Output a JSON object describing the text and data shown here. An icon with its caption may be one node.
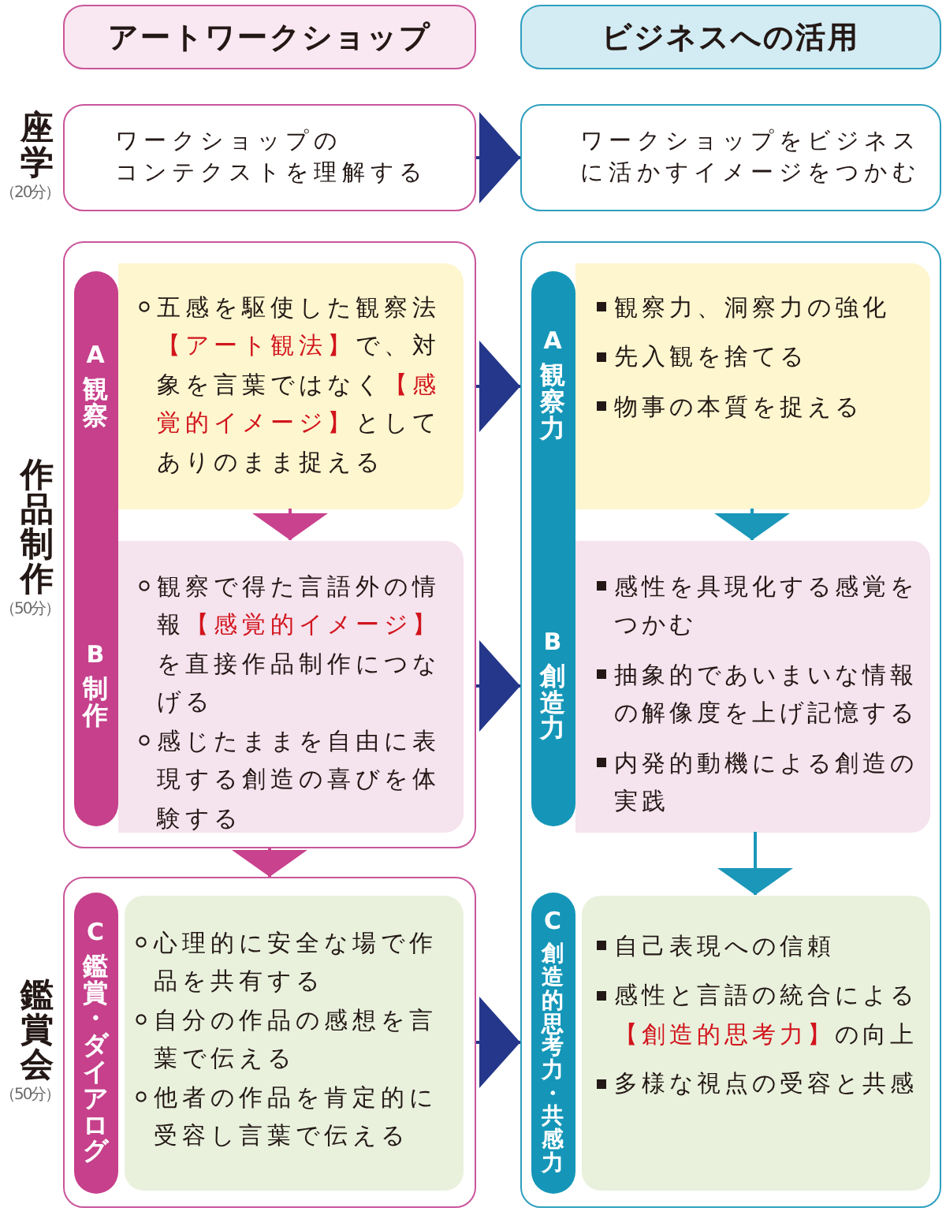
{
  "diagram": {
    "nodes": [
      {
        "text": [
          "アートワークショップ"
        ]
      },
      {
        "text": [
          "ビジネスへの活用"
        ]
      },
      {
        "text": [
          "ワークショップのコンテクストを理解する"
        ]
      },
      {
        "text": [
          "ワークショップをビジネスに活かすイメージをつかむ"
        ]
      },
      {
        "text": [],
        "shape": "box"
      },
      {
        "text": [
          "A",
          "観察",
          "B",
          "制作"
        ],
        "in": 4
      },
      {
        "text": [
          "五感を駆使した観察法**【アート観法】**で、対象を言葉ではなく**【感覚的イメージ】**としてありのまま捉える"
        ],
        "in": 4
      },
      {
        "text": [
          "観察で得た言語外の情報**【感覚的イメージ】**を直接作品制作につなげる",
          "感じたままを自由に表現する創造の喜びを体験する"
        ],
        "in": 4
      },
      {
        "text": [],
        "shape": "box"
      },
      {
        "text": [
          "A",
          "観察力",
          "B",
          "創造力"
        ],
        "in": 8
      },
      {
        "text": [
          "観察力、洞察力の強化",
          "先入観を捨てる",
          "物事の本質を捉える"
        ],
        "in": 8
      },
      {
        "text": [
          "感性を具現化する感覚をつかむ",
          "抽象的であいまいな情報の解像度を上げ記憶する",
          "内発的動機による創造の実践"
        ],
        "in": 8
      },
      {
        "text": [],
        "shape": "box"
      },
      {
        "text": [
          "C",
          "鑑賞・ダイアログ"
        ],
        "in": 12
      },
      {
        "text": [
          "心理的に安全な場で作品を共有する",
          "自分の作品の感想を言葉で伝える",
          "他者の作品を肯定的に受容し言葉で伝える"
        ],
        "in": 12
      },
      {
        "text": [
          "C",
          "創造的思考力・共感力"
        ],
        "in": 8
      },
      {
        "text": [
          "自己表現への信頼",
          "感性と言語の統合による**【創造的思考力】**の向上",
          "多様な視点の受容と共感"
        ],
        "in": 8
      }
    ],
    "edges": [
      {
        "from": 2,
        "to": 3,
        "arrow": "to"
      },
      {
        "from": 4,
        "to": 8,
        "arrow": "to"
      },
      {
        "from": 6,
        "to": 7,
        "arrow": "to",
        "color": "#c9428e"
      },
      {
        "from": 10,
        "to": 11,
        "arrow": "to",
        "color": "#1a97b9"
      },
      {
        "from": 4,
        "to": 8,
        "arrow": "to"
      },
      {
        "from": 4,
        "to": 12,
        "arrow": "to",
        "color": "#c9428e"
      },
      {
        "from": 11,
        "to": 16,
        "arrow": "to",
        "color": "#1a97b9"
      },
      {
        "from": 12,
        "to": 8,
        "arrow": "to"
      }
    ],
    "labels": [
      "座学",
      "（20分）",
      "作品制作",
      "（50分）",
      "鑑賞会",
      "（50分）"
    ]
  }
}
